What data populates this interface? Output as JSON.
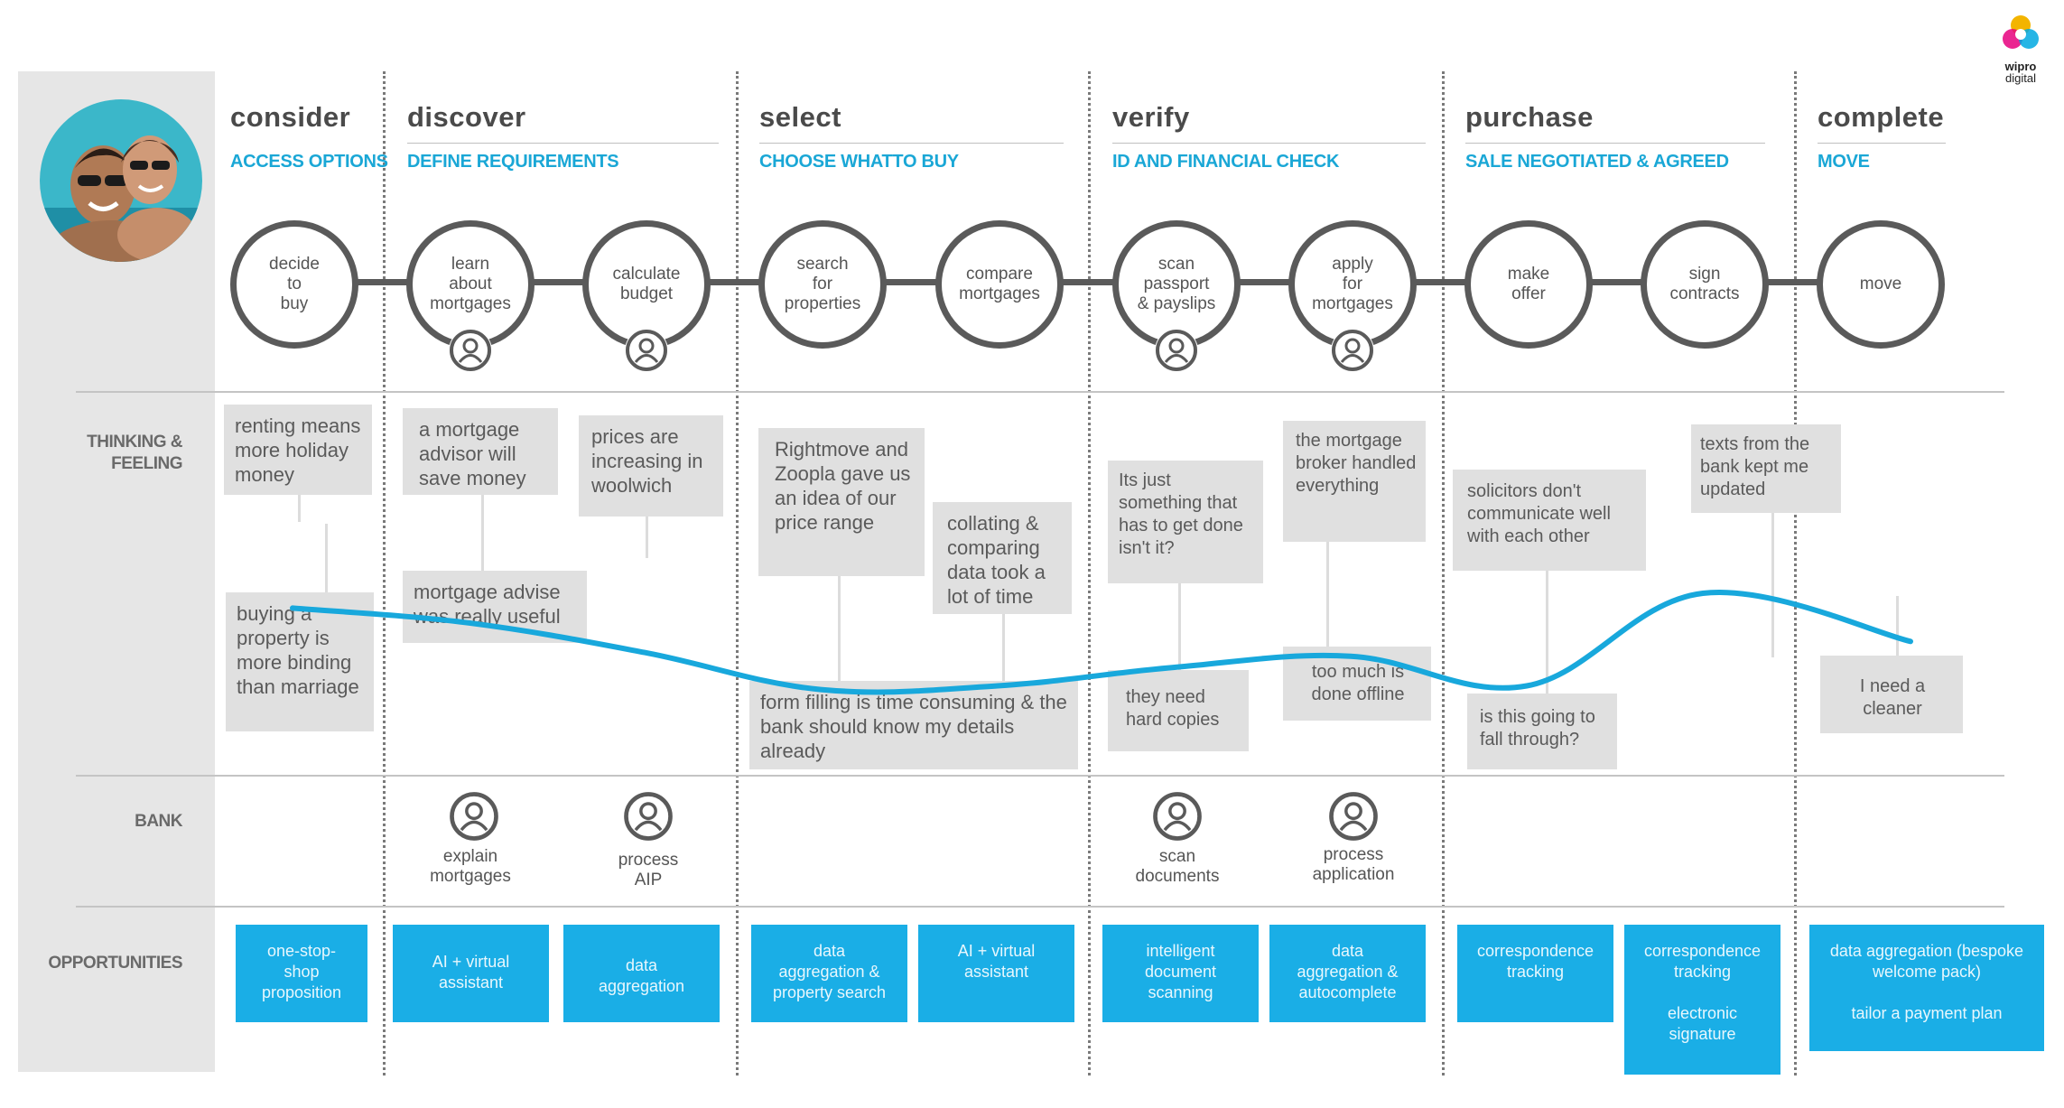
{
  "brand": {
    "logo_line1": "wipro",
    "logo_line2": "digital"
  },
  "stages": [
    {
      "title": "consider",
      "subtitle": "ACCESS OPTIONS"
    },
    {
      "title": "discover",
      "subtitle": "DEFINE REQUIREMENTS"
    },
    {
      "title": "select",
      "subtitle": "CHOOSE WHATTO BUY"
    },
    {
      "title": "verify",
      "subtitle": "ID AND FINANCIAL CHECK"
    },
    {
      "title": "purchase",
      "subtitle": "SALE NEGOTIATED & AGREED"
    },
    {
      "title": "complete",
      "subtitle": "MOVE"
    }
  ],
  "steps": [
    {
      "label": "decide\nto\nbuy",
      "user_icon": false
    },
    {
      "label": "learn\nabout\nmortgages",
      "user_icon": true
    },
    {
      "label": "calculate\nbudget",
      "user_icon": true
    },
    {
      "label": "search\nfor\nproperties",
      "user_icon": false
    },
    {
      "label": "compare\nmortgages",
      "user_icon": false
    },
    {
      "label": "scan\npassport\n& payslips",
      "user_icon": true
    },
    {
      "label": "apply\nfor\nmortgages",
      "user_icon": true
    },
    {
      "label": "make\noffer",
      "user_icon": false
    },
    {
      "label": "sign\ncontracts",
      "user_icon": false
    },
    {
      "label": "move",
      "user_icon": false
    }
  ],
  "row_labels": {
    "thinking": "THINKING &\nFEELING",
    "bank": "BANK",
    "opportunities": "OPPORTUNITIES"
  },
  "thoughts": [
    "renting means more holiday money",
    "buying a property is more binding than marriage",
    "a mortgage advisor will save money",
    "mortgage advise was really useful",
    "prices are increasing in woolwich",
    "Rightmove and Zoopla gave us an idea of our price range",
    "collating & comparing data took a lot of time",
    "form filling is time consuming & the bank should know my details already",
    "Its just something that has to get done isn't it?",
    "they need hard copies",
    "the mortgage broker handled everything",
    "too much is done offline",
    "solicitors don't communicate well with each other",
    "is this going to fall through?",
    "texts from the bank kept me updated",
    "I need a cleaner"
  ],
  "emotion_curve": {
    "x": [
      1,
      2,
      3,
      4,
      5,
      6,
      7,
      8,
      9,
      10
    ],
    "y": [
      0.52,
      0.44,
      0.28,
      0.08,
      0.1,
      0.2,
      0.26,
      0.1,
      0.6,
      0.34
    ],
    "color": "#18a8dc"
  },
  "bank_actions": [
    "explain\nmortgages",
    "process\nAIP",
    "scan\ndocuments",
    "process\napplication"
  ],
  "opportunities": [
    "one-stop-\nshop\nproposition",
    "AI + virtual\nassistant",
    "data\naggregation",
    "data\naggregation &\nproperty search",
    "AI + virtual\nassistant",
    "intelligent\ndocument\nscanning",
    "data\naggregation &\nautocomplete",
    "correspondence\ntracking",
    "correspondence\ntracking\n\nelectronic\nsignature",
    "data aggregation (bespoke\nwelcome pack)\n\ntailor a payment plan"
  ],
  "colors": {
    "accent": "#1aa7d6",
    "opportunity_bg": "#1aaee6",
    "step_ring": "#5a5a5a",
    "note_bg": "#e0e0e0"
  }
}
